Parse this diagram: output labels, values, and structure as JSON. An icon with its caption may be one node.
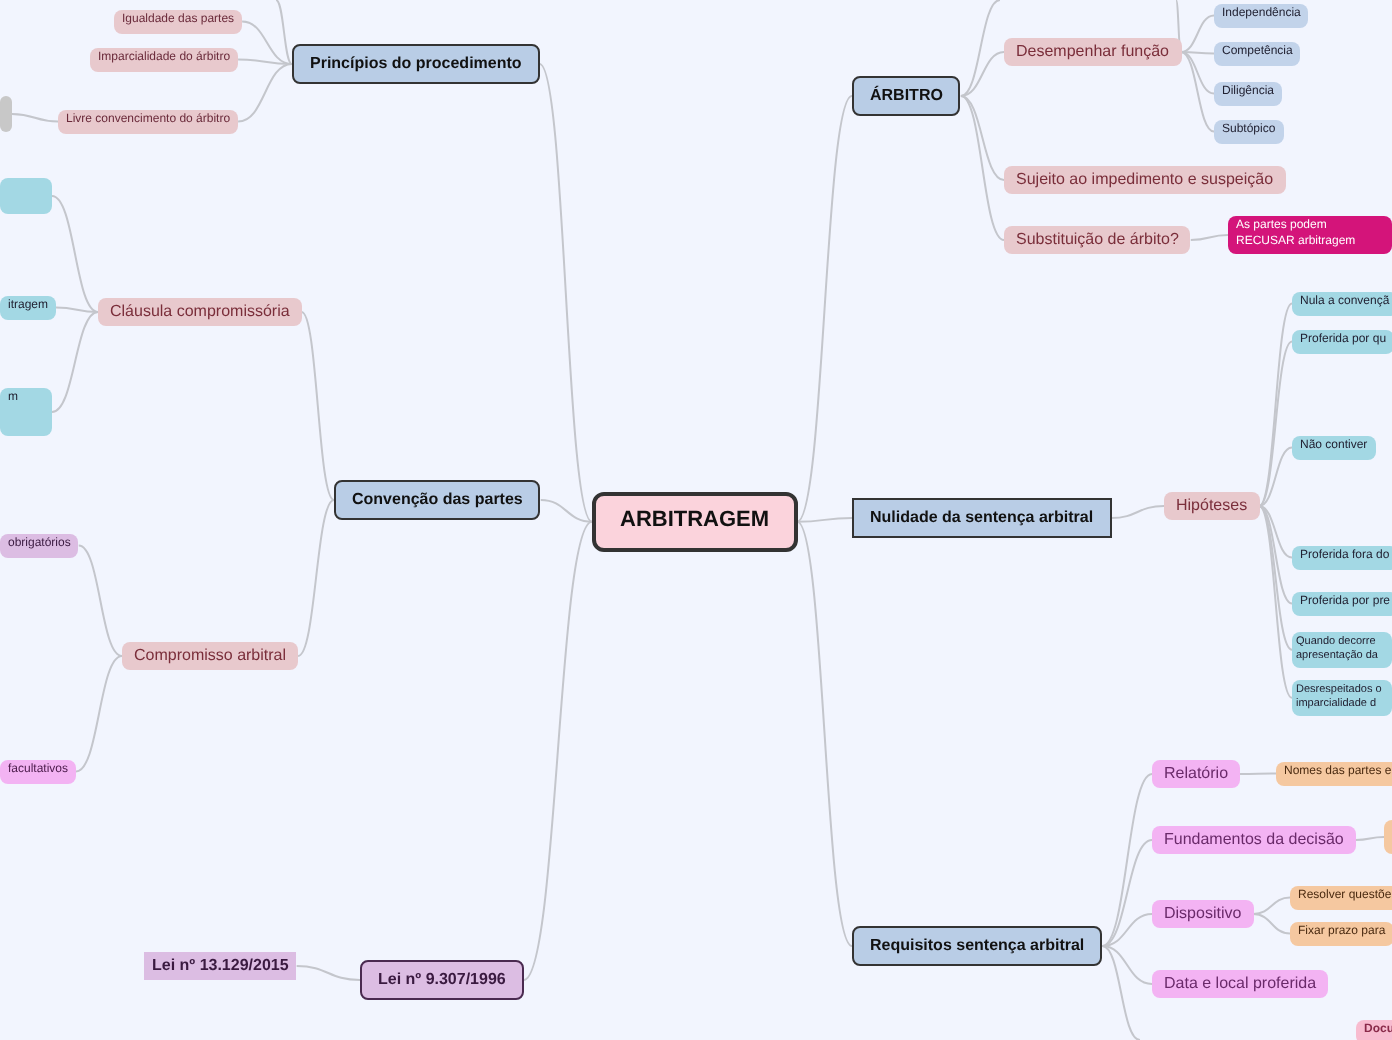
{
  "diagram": {
    "nodes": [
      {
        "text": [
          "ARBITRAGEM"
        ]
      },
      {
        "text": [
          "Princípios do procedimento"
        ]
      },
      {
        "text": [
          "Igualdade das partes"
        ]
      },
      {
        "text": [
          "Imparcialidade do árbitro"
        ]
      },
      {
        "text": [
          "Livre convencimento do árbitro"
        ]
      },
      {
        "text": [],
        "shape": "box"
      },
      {
        "text": [
          "Convenção das partes"
        ]
      },
      {
        "text": [
          "Cláusula compromissória"
        ]
      },
      {
        "text": [],
        "shape": "box"
      },
      {
        "text": [
          "itragem"
        ]
      },
      {
        "text": [
          "m"
        ]
      },
      {
        "text": [
          "Compromisso arbitral"
        ]
      },
      {
        "text": [
          "obrigatórios"
        ]
      },
      {
        "text": [
          "facultativos"
        ]
      },
      {
        "text": [
          "Lei nº 9.307/1996"
        ]
      },
      {
        "text": [
          "Lei nº 13.129/2015"
        ]
      },
      {
        "text": [
          "ÁRBITRO"
        ]
      },
      {
        "text": [
          "Desempenhar função"
        ]
      },
      {
        "text": [
          "Independência"
        ]
      },
      {
        "text": [
          "Competência"
        ]
      },
      {
        "text": [
          "Diligência"
        ]
      },
      {
        "text": [
          "Subtópico"
        ]
      },
      {
        "text": [
          "Sujeito ao impedimento e suspeição"
        ]
      },
      {
        "text": [
          "Substituição de árbito?"
        ]
      },
      {
        "text": [
          "As partes podem RECUSAR arbitragem"
        ]
      },
      {
        "text": [
          "Nulidade da sentença arbitral"
        ]
      },
      {
        "text": [
          "Hipóteses"
        ]
      },
      {
        "text": [
          "Nula a convençã"
        ]
      },
      {
        "text": [
          "Proferida por qu"
        ]
      },
      {
        "text": [
          "Não contiver"
        ]
      },
      {
        "text": [
          "Proferida fora do"
        ]
      },
      {
        "text": [
          "Proferida por pre"
        ]
      },
      {
        "text": [
          "Quando decorre apresentação da"
        ]
      },
      {
        "text": [
          "Desrespeitados o imparcialidade d"
        ]
      },
      {
        "text": [
          "Requisitos sentença arbitral"
        ]
      },
      {
        "text": [
          "Relatório"
        ]
      },
      {
        "text": [
          "Nomes das partes e"
        ]
      },
      {
        "text": [
          "Fundamentos da decisão"
        ]
      },
      {
        "text": [],
        "shape": "box"
      },
      {
        "text": [
          "Dispositivo"
        ]
      },
      {
        "text": [
          "Resolver questõe"
        ]
      },
      {
        "text": [
          "Fixar prazo para"
        ]
      },
      {
        "text": [
          "Data e local proferida"
        ]
      },
      {
        "text": [
          "Docu"
        ]
      }
    ],
    "edges": [
      {
        "from": 0,
        "to": 1,
        "arrow": "none"
      },
      {
        "from": 0,
        "to": 6,
        "arrow": "none"
      },
      {
        "from": 0,
        "to": 14,
        "arrow": "none"
      },
      {
        "from": 0,
        "to": 16,
        "arrow": "none"
      },
      {
        "from": 0,
        "to": 25,
        "arrow": "none"
      },
      {
        "from": 0,
        "to": 34,
        "arrow": "none"
      },
      {
        "from": 1,
        "to": null,
        "arrow": "none"
      },
      {
        "from": 1,
        "to": 2,
        "arrow": "none"
      },
      {
        "from": 1,
        "to": 3,
        "arrow": "none"
      },
      {
        "from": 1,
        "to": 4,
        "arrow": "none"
      },
      {
        "from": 4,
        "to": 5,
        "arrow": "none"
      },
      {
        "from": 6,
        "to": 7,
        "arrow": "none"
      },
      {
        "from": 6,
        "to": 11,
        "arrow": "none"
      },
      {
        "from": 7,
        "to": 8,
        "arrow": "none"
      },
      {
        "from": 7,
        "to": 9,
        "arrow": "none"
      },
      {
        "from": 7,
        "to": 10,
        "arrow": "none"
      },
      {
        "from": 11,
        "to": 12,
        "arrow": "none"
      },
      {
        "from": 11,
        "to": 13,
        "arrow": "none"
      },
      {
        "from": 14,
        "to": 15,
        "arrow": "none"
      },
      {
        "from": 16,
        "to": null,
        "arrow": "none"
      },
      {
        "from": 16,
        "to": 17,
        "arrow": "none"
      },
      {
        "from": 16,
        "to": 22,
        "arrow": "none"
      },
      {
        "from": 16,
        "to": 23,
        "arrow": "none"
      },
      {
        "from": 17,
        "to": null,
        "arrow": "none"
      },
      {
        "from": 17,
        "to": 18,
        "arrow": "none"
      },
      {
        "from": 17,
        "to": 19,
        "arrow": "none"
      },
      {
        "from": 17,
        "to": 20,
        "arrow": "none"
      },
      {
        "from": 17,
        "to": 21,
        "arrow": "none"
      },
      {
        "from": 23,
        "to": 24,
        "arrow": "none"
      },
      {
        "from": 25,
        "to": 26,
        "arrow": "none"
      },
      {
        "from": 26,
        "to": 27,
        "arrow": "none"
      },
      {
        "from": 26,
        "to": 28,
        "arrow": "none"
      },
      {
        "from": 26,
        "to": 29,
        "arrow": "none"
      },
      {
        "from": 26,
        "to": 30,
        "arrow": "none"
      },
      {
        "from": 26,
        "to": 31,
        "arrow": "none"
      },
      {
        "from": 26,
        "to": 32,
        "arrow": "none"
      },
      {
        "from": 26,
        "to": 33,
        "arrow": "none"
      },
      {
        "from": 34,
        "to": null,
        "arrow": "none"
      },
      {
        "from": 34,
        "to": 35,
        "arrow": "none"
      },
      {
        "from": 34,
        "to": 37,
        "arrow": "none"
      },
      {
        "from": 34,
        "to": 39,
        "arrow": "none"
      },
      {
        "from": 34,
        "to": 42,
        "arrow": "none"
      },
      {
        "from": 35,
        "to": 36,
        "arrow": "none"
      },
      {
        "from": 37,
        "to": 38,
        "arrow": "none"
      },
      {
        "from": 39,
        "to": 40,
        "arrow": "none"
      },
      {
        "from": 39,
        "to": 41,
        "arrow": "none"
      }
    ]
  }
}
